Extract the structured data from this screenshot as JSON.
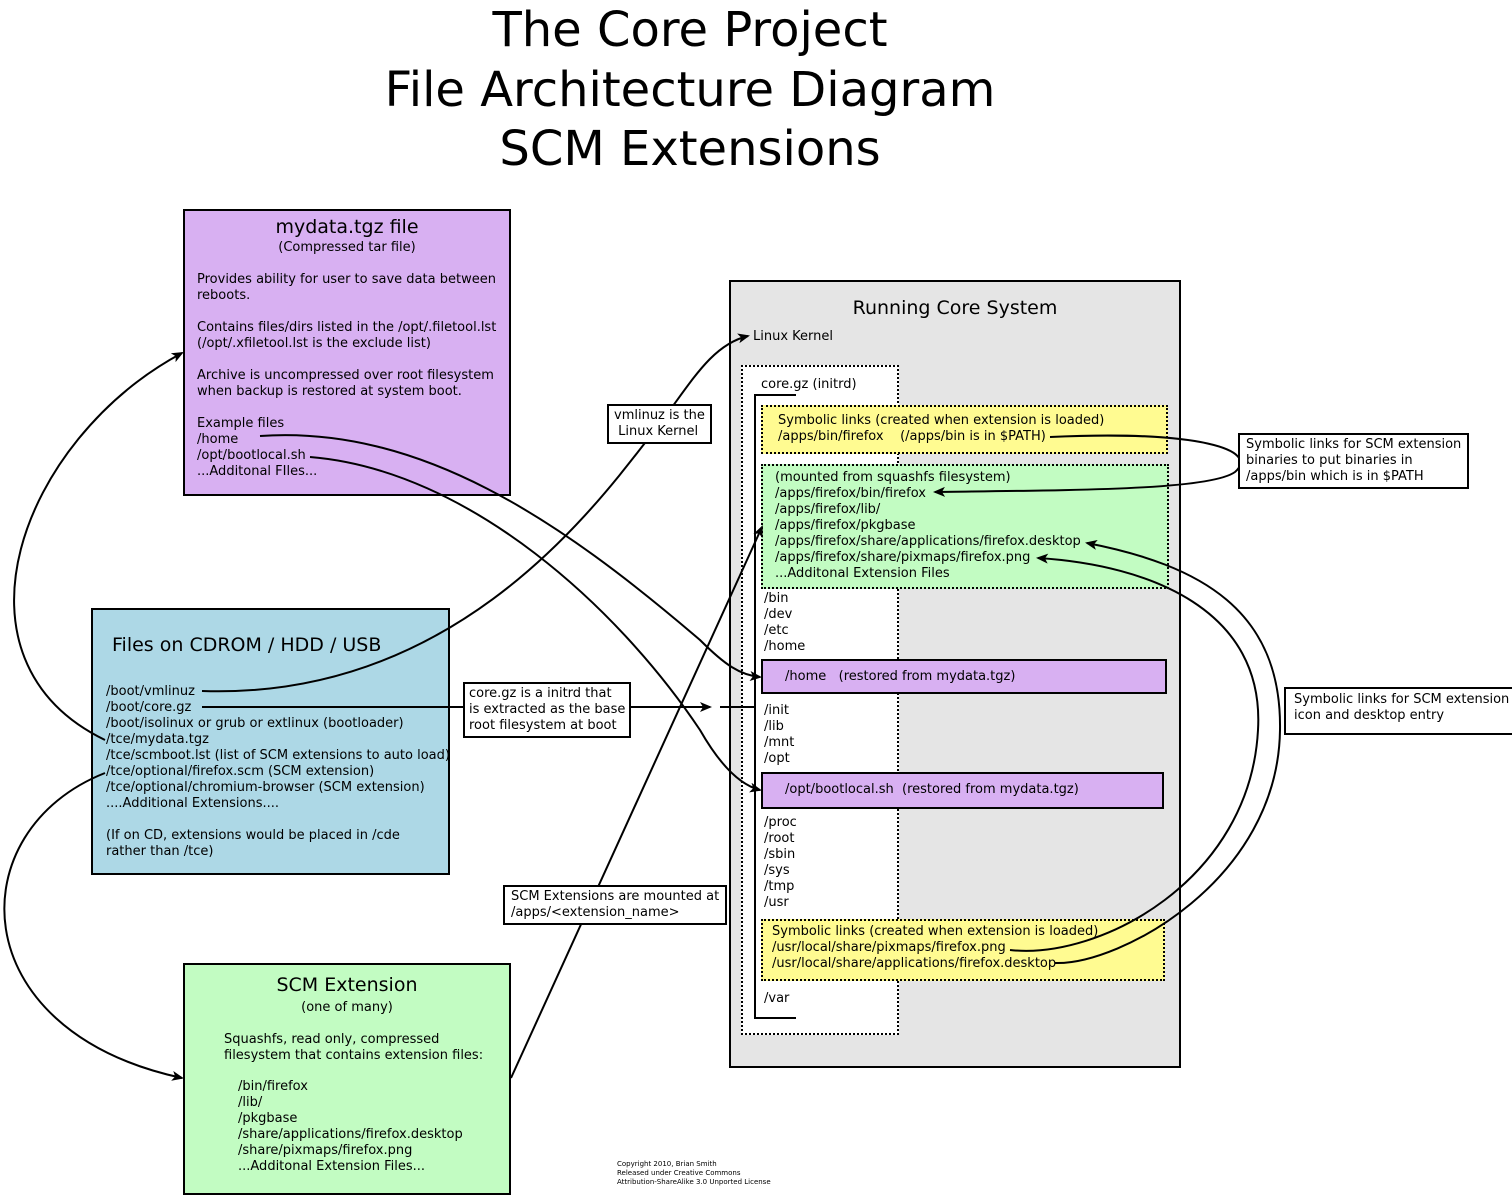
{
  "title_lines": [
    "The Core Project",
    "File Architecture Diagram",
    "SCM Extensions"
  ],
  "colors": {
    "mydata_fill": "#d8b0f2",
    "files_fill": "#add8e6",
    "extension_fill": "#c2fcc2",
    "running_fill": "#e5e5e5",
    "symlink_fill": "#fffb91",
    "mounted_fill": "#c2fcc2",
    "restored_fill": "#d8b0f2"
  },
  "mydata_box": {
    "title": "mydata.tgz file",
    "subtitle": "(Compressed tar file)",
    "lines": [
      "Provides ability for user to save data between",
      "reboots.",
      "",
      "Contains files/dirs listed in the /opt/.filetool.lst",
      "(/opt/.xfiletool.lst is the exclude list)",
      "",
      "Archive is uncompressed over root filesystem",
      "when backup is restored at system boot.",
      "",
      "Example files",
      "/home",
      "/opt/bootlocal.sh",
      "...Additonal FIles..."
    ]
  },
  "files_box": {
    "title": "Files on CDROM / HDD / USB",
    "lines": [
      "/boot/vmlinuz",
      "/boot/core.gz",
      "/boot/isolinux or grub or extlinux (bootloader)",
      "/tce/mydata.tgz",
      "/tce/scmboot.lst (list of SCM extensions to auto load)",
      "/tce/optional/firefox.scm (SCM extension)",
      "/tce/optional/chromium-browser (SCM extension)",
      "....Additional Extensions....",
      "",
      "(If on CD, extensions would be placed in /cde",
      "rather than /tce)"
    ]
  },
  "extension_box": {
    "title": "SCM Extension",
    "subtitle": "(one of many)",
    "description": [
      "Squashfs, read only, compressed",
      "filesystem that contains extension files:"
    ],
    "files": [
      "/bin/firefox",
      "/lib/",
      "/pkgbase",
      "/share/applications/firefox.desktop",
      "/share/pixmaps/firefox.png",
      "...Additonal Extension Files..."
    ]
  },
  "running_system": {
    "title": "Running Core System",
    "kernel_label": "Linux Kernel",
    "initrd_label": "core.gz (initrd)",
    "symlinks_top": {
      "heading": "Symbolic links (created when extension is loaded)",
      "entry": "/apps/bin/firefox    (/apps/bin is in $PATH)"
    },
    "mounted": {
      "lines": [
        "(mounted from squashfs filesystem)",
        "/apps/firefox/bin/firefox",
        "/apps/firefox/lib/",
        "/apps/firefox/pkgbase",
        "/apps/firefox/share/applications/firefox.desktop",
        "/apps/firefox/share/pixmaps/firefox.png",
        "...Additonal Extension Files"
      ]
    },
    "dirs_group1": [
      "/bin",
      "/dev",
      "/etc",
      "/home"
    ],
    "home_restored": "/home   (restored from mydata.tgz)",
    "dirs_group2": [
      "/init",
      "/lib",
      "/mnt",
      "/opt"
    ],
    "bootlocal_restored": "/opt/bootlocal.sh  (restored from mydata.tgz)",
    "dirs_group3": [
      "/proc",
      "/root",
      "/sbin",
      "/sys",
      "/tmp",
      "/usr"
    ],
    "symlinks_bottom": {
      "heading": "Symbolic links (created when extension is loaded)",
      "entries": [
        "/usr/local/share/pixmaps/firefox.png",
        "/usr/local/share/applications/firefox.desktop"
      ]
    },
    "dirs_group4": [
      "/var"
    ]
  },
  "callouts": {
    "vmlinuz": [
      "vmlinuz is the",
      " Linux Kernel"
    ],
    "coregz": [
      "core.gz is a initrd that",
      "is extracted as the base",
      "root filesystem at boot"
    ],
    "scm_mount": [
      "SCM Extensions are mounted at",
      "/apps/<extension_name>"
    ],
    "symlink_binaries": [
      "Symbolic links for SCM extension",
      "binaries to put binaries in",
      "/apps/bin which is in $PATH"
    ],
    "symlink_icons": [
      "Symbolic links for SCM extension",
      "icon and desktop entry"
    ]
  },
  "copyright": [
    "Copyright 2010, Brian Smith",
    "Released under Creative Commons",
    "Attribution-ShareAlike 3.0 Unported License"
  ]
}
